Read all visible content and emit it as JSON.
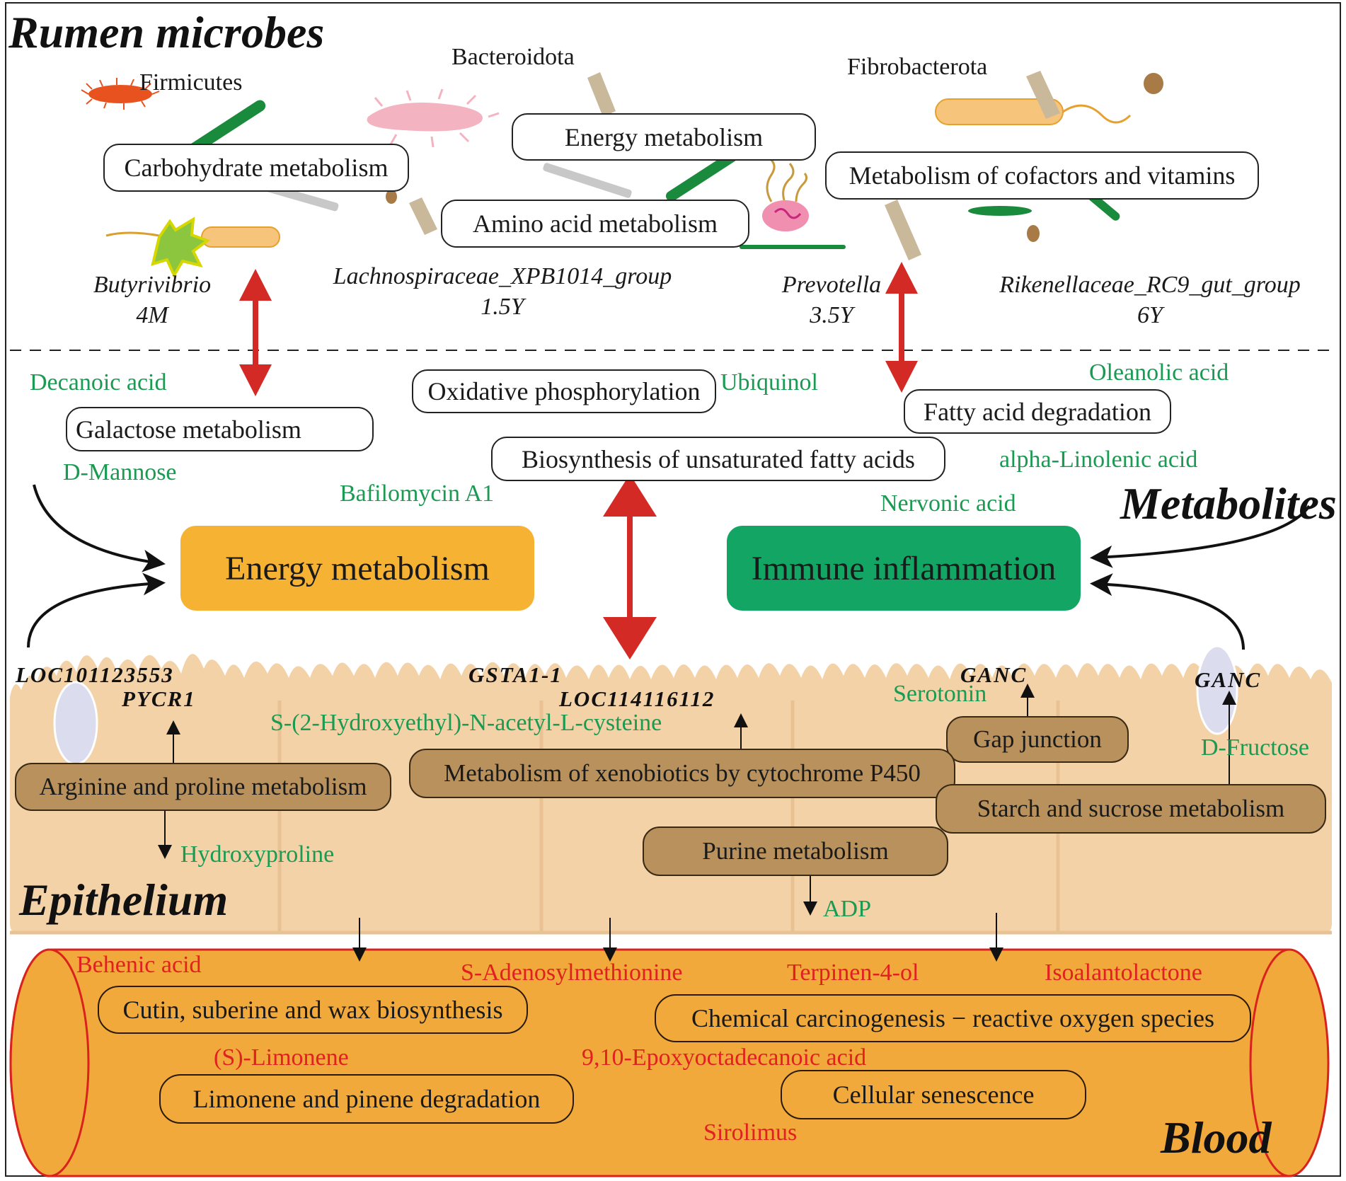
{
  "sections": {
    "microbes": "Rumen microbes",
    "metabolites": "Metabolites",
    "epithelium": "Epithelium",
    "blood": "Blood"
  },
  "taxa": {
    "firmicutes": "Firmicutes",
    "bacteroidota": "Bacteroidota",
    "fibrobacterota": "Fibrobacterota"
  },
  "genera": [
    {
      "name": "Butyrivibrio",
      "age": "4M"
    },
    {
      "name": "Lachnospiraceae_XPB1014_group",
      "age": "1.5Y"
    },
    {
      "name": "Prevotella",
      "age": "3.5Y"
    },
    {
      "name": "Rikenellaceae_RC9_gut_group",
      "age": "6Y"
    }
  ],
  "microbe_pathways": {
    "carbohydrate": "Carbohydrate metabolism",
    "energy": "Energy metabolism",
    "amino_acid": "Amino acid metabolism",
    "cofactors": "Metabolism of cofactors and vitamins"
  },
  "metabolite_pathways": {
    "galactose": "Galactose metabolism",
    "oxphos": "Oxidative phosphorylation",
    "fatty_acid_degradation": "Fatty acid degradation",
    "unsaturated_fa": "Biosynthesis of unsaturated fatty acids"
  },
  "metabolites": {
    "decanoic_acid": "Decanoic acid",
    "d_mannose": "D-Mannose",
    "ubiquinol": "Ubiquinol",
    "oleanolic_acid": "Oleanolic acid",
    "alpha_linolenic_acid": "alpha-Linolenic acid",
    "bafilomycin": "Bafilomycin A1",
    "nervonic_acid": "Nervonic acid"
  },
  "outcomes": {
    "energy": "Energy metabolism",
    "immune": "Immune inflammation"
  },
  "genes": {
    "loc101123553": "LOC101123553",
    "pycr1": "PYCR1",
    "gsta1": "GSTA1-1",
    "loc114116112": "LOC114116112",
    "ganc_1": "GANC",
    "ganc_2": "GANC"
  },
  "epithelium_metabolites": {
    "serotonin": "Serotonin",
    "hydroxyethyl": "S-(2-Hydroxyethyl)-N-acetyl-L-cysteine",
    "d_fructose": "D-Fructose",
    "hydroxyproline": "Hydroxyproline",
    "adp": "ADP"
  },
  "epithelium_pathways": {
    "gap_junction": "Gap junction",
    "arginine": "Arginine and proline metabolism",
    "xenobiotics": "Metabolism of xenobiotics by cytochrome P450",
    "starch": "Starch and sucrose metabolism",
    "purine": "Purine metabolism"
  },
  "blood_metabolites": {
    "behenic": "Behenic acid",
    "same": "S-Adenosylmethionine",
    "terpinen": "Terpinen-4-ol",
    "isoalantolactone": "Isoalantolactone",
    "limonene": "(S)-Limonene",
    "epoxy": "9,10-Epoxyoctadecanoic acid",
    "sirolimus": "Sirolimus"
  },
  "blood_pathways": {
    "cutin": "Cutin, suberine and wax biosynthesis",
    "carcinogenesis": "Chemical carcinogenesis − reactive oxygen species",
    "limonene_deg": "Limonene and pinene degradation",
    "senescence": "Cellular senescence"
  },
  "colors": {
    "metabolite_green": "#1a9a52",
    "blood_red": "#e0211f",
    "energy_box": "#f5b233",
    "immune_box": "#13a564",
    "epithelium": "#f4d2a8",
    "epithelium_pathway": "#b8915c",
    "blood_vessel": "#f2a93b",
    "interaction_arrow": "#d42a26"
  }
}
